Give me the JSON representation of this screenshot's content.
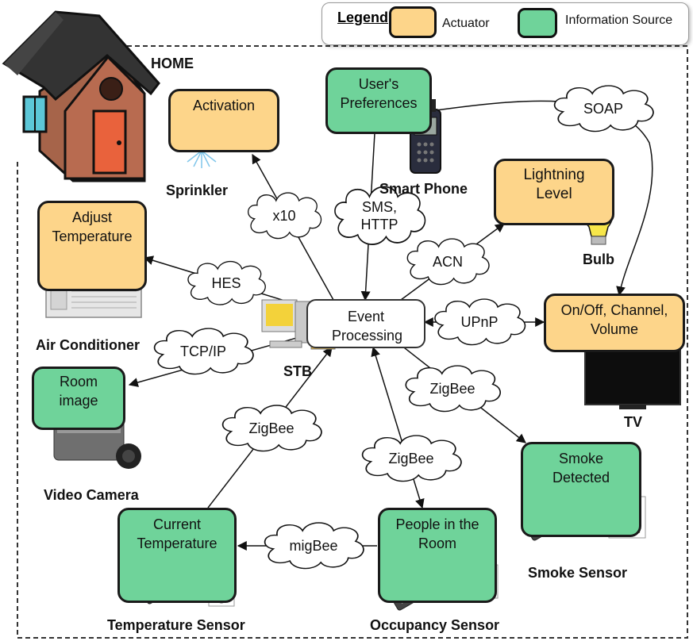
{
  "legend": {
    "title": "Legend",
    "actuator": "Actuator",
    "info": "Information Source"
  },
  "home_label": "HOME",
  "nodes": {
    "activation": "Activation",
    "preferences": "User's Preferences",
    "lightning": "Lightning Level",
    "adjust_temp": "Adjust Temperature",
    "event": "Event Processing",
    "tv_ctrl": "On/Off, Channel, Volume",
    "room_image": "Room image",
    "smoke_detected": "Smoke Detected",
    "current_temp": "Current Temperature",
    "people": "People in the Room"
  },
  "captions": {
    "sprinkler": "Sprinkler",
    "smart_phone": "Smart Phone",
    "bulb": "Bulb",
    "air_conditioner": "Air Conditioner",
    "stb": "STB",
    "tv": "TV",
    "video_camera": "Video Camera",
    "smoke_sensor": "Smoke Sensor",
    "temperature_sensor": "Temperature Sensor",
    "occupancy_sensor": "Occupancy Sensor"
  },
  "protocols": {
    "soap": "SOAP",
    "x10": "x10",
    "sms_http": "SMS, HTTP",
    "acn": "ACN",
    "hes": "HES",
    "upnp": "UPnP",
    "tcpip": "TCP/IP",
    "zigbee_smoke": "ZigBee",
    "zigbee_temp": "ZigBee",
    "zigbee_occ": "ZigBee",
    "migbee": "migBee"
  },
  "colors": {
    "actuator": "#fdd58a",
    "info": "#6fd39a"
  }
}
